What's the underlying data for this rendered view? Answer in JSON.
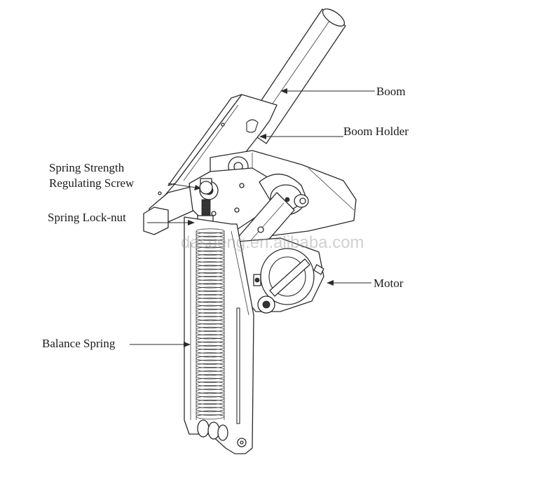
{
  "labels": {
    "boom": "Boom",
    "boom_holder": "Boom Holder",
    "spring_strength_line1": "Spring Strength",
    "spring_strength_line2": "Regulating Screw",
    "spring_lock_nut": "Spring Lock-nut",
    "motor": "Motor",
    "balance_spring": "Balance Spring"
  },
  "watermark": "dasueng.en.alibaba.com"
}
